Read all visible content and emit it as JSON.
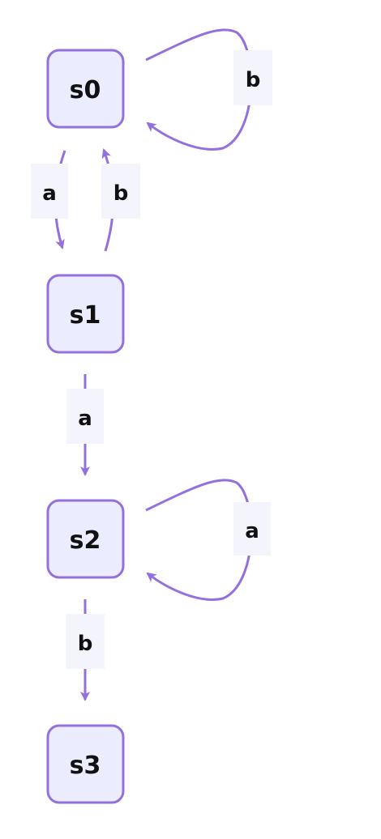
{
  "diagram": {
    "colors": {
      "node_fill": "#ECECFF",
      "node_stroke": "#9370DB",
      "edge": "#9370DB",
      "label_bg": "#F4F4FD",
      "text": "#111111"
    },
    "states": [
      {
        "id": "s0",
        "label": "s0"
      },
      {
        "id": "s1",
        "label": "s1"
      },
      {
        "id": "s2",
        "label": "s2"
      },
      {
        "id": "s3",
        "label": "s3"
      }
    ],
    "transitions": [
      {
        "from": "s0",
        "to": "s0",
        "label": "b"
      },
      {
        "from": "s0",
        "to": "s1",
        "label": "a"
      },
      {
        "from": "s1",
        "to": "s0",
        "label": "b"
      },
      {
        "from": "s1",
        "to": "s2",
        "label": "a"
      },
      {
        "from": "s2",
        "to": "s2",
        "label": "a"
      },
      {
        "from": "s2",
        "to": "s3",
        "label": "b"
      }
    ]
  }
}
